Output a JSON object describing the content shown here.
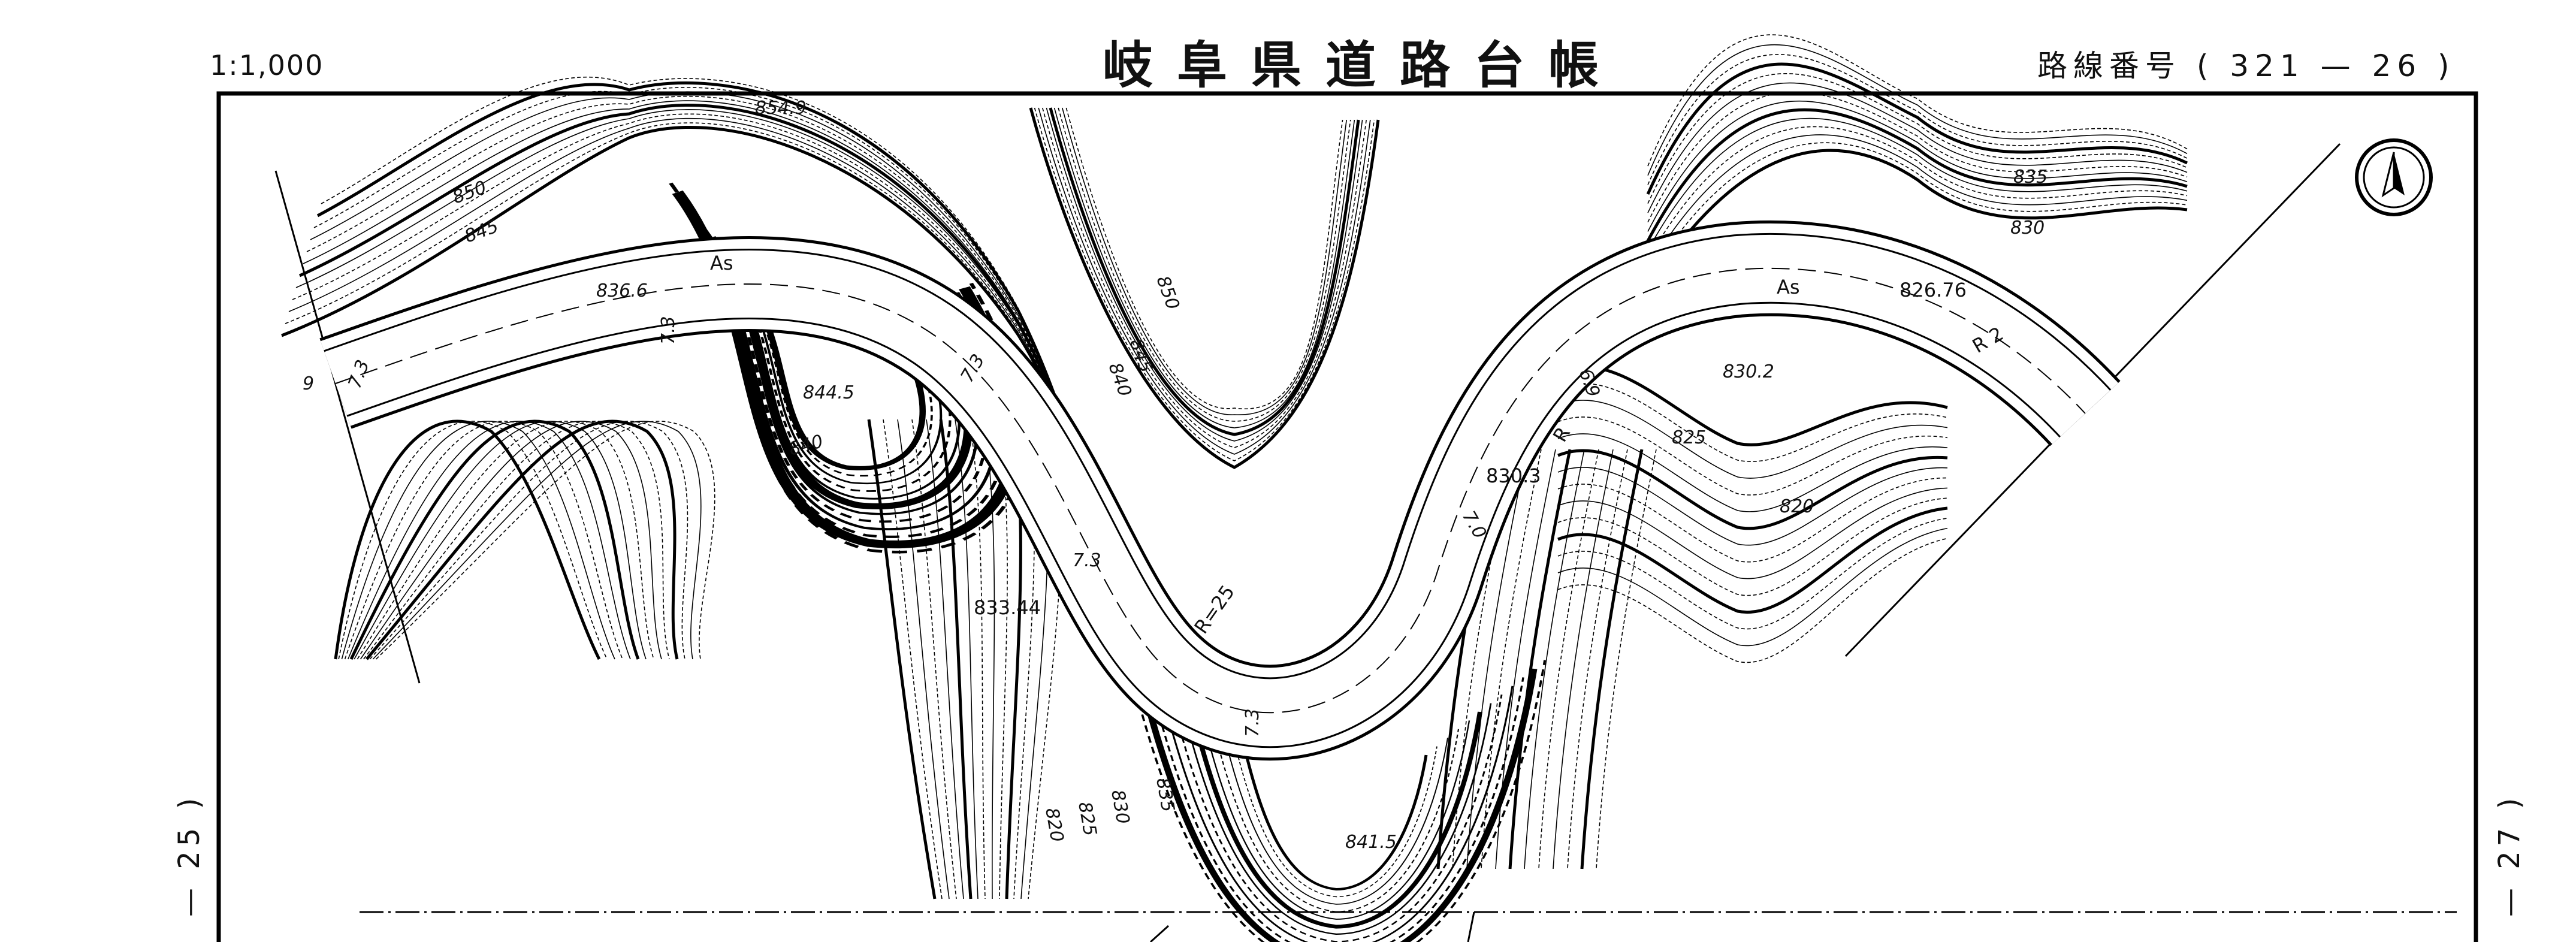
{
  "header": {
    "scale": "1:1,000",
    "title": "岐阜県道路台帳",
    "route_label": "路線番号",
    "route_number": "( 321 — 26 )"
  },
  "pages": {
    "left": "— 25 )",
    "right": "— 27 )"
  },
  "map": {
    "north_arrow": "north-arrow-icon",
    "labels": {
      "spot_854_9": "854.9",
      "c850": "850",
      "c845a": "845",
      "spot_836_6": "836.6",
      "as_left": "As",
      "spot_844_5": "844.5",
      "c840a": "840",
      "c850b": "850",
      "c845b": "845",
      "c840b": "840",
      "w73a": "7.3",
      "w73b": "7.3",
      "w73c": "7.3",
      "w73d": "7.3",
      "w73e": "7.3",
      "w9": "9",
      "spot_833_44": "833.44",
      "r25": "R=25",
      "spot_830_3": "830.3",
      "w70": "7.0",
      "w69": "6.9",
      "as_right": "As",
      "spot_826_76": "826.76",
      "spot_830_2": "830.2",
      "c835": "835",
      "c830": "830",
      "c825": "825",
      "c820": "820",
      "r2": "R  2",
      "r_left": "R",
      "spot_841_5": "841.5",
      "b820": "820",
      "b825": "825",
      "b830": "830",
      "b835": "835"
    }
  }
}
